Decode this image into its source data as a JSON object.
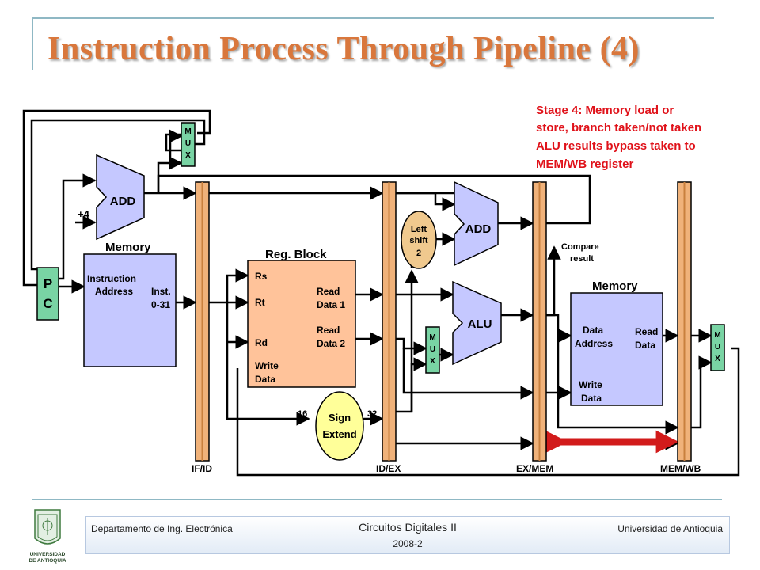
{
  "title": "Instruction Process Through Pipeline (4)",
  "stage_note": [
    "Stage 4:  Memory load or",
    "store, branch taken/not taken",
    "ALU results bypass taken to",
    "MEM/WB register"
  ],
  "labels": {
    "mux": [
      "M",
      "U",
      "X"
    ],
    "add": "ADD",
    "plus4": "+4",
    "memory": "Memory",
    "pc": [
      "P",
      "C"
    ],
    "instruction_address": [
      "Instruction",
      "Address"
    ],
    "inst": [
      "Inst.",
      "0-31"
    ],
    "reg_block": "Reg. Block",
    "rs": "Rs",
    "rt": "Rt",
    "rd": "Rd",
    "write_data": [
      "Write",
      "Data"
    ],
    "read_data_1": [
      "Read",
      "Data 1"
    ],
    "read_data_2": [
      "Read",
      "Data 2"
    ],
    "left_shift": [
      "Left",
      "shift",
      "2"
    ],
    "alu": "ALU",
    "compare_result": [
      "Compare",
      "result"
    ],
    "data_address": [
      "Data",
      "Address"
    ],
    "read_data": [
      "Read",
      "Data"
    ],
    "mem_write_data": [
      "Write",
      "Data"
    ],
    "sign_extend": [
      "Sign",
      "Extend"
    ],
    "bits_16": "16",
    "bits_32": "32",
    "if_id": "IF/ID",
    "id_ex": "ID/EX",
    "ex_mem": "EX/MEM",
    "mem_wb": "MEM/WB"
  },
  "footer": {
    "department": "Departamento de Ing. Electrónica",
    "course": "Circuitos Digitales II",
    "year": "2008-2",
    "university": "Universidad de Antioquia"
  },
  "logo_text": [
    "UNIVERSIDAD",
    "DE ANTIOQUIA"
  ],
  "colors": {
    "title": "#d9773c",
    "note": "#e0121a",
    "pipeline_register": "#f0b27a",
    "memory_block": "#c5c8ff",
    "reg_block": "#ffc39a",
    "pc_mux": "#79d4a4",
    "left_shift": "#f0c98e",
    "sign_extend": "#ffff99",
    "highlight_arrow": "#d21b1b",
    "accent_lines": "#8fb8c4"
  }
}
